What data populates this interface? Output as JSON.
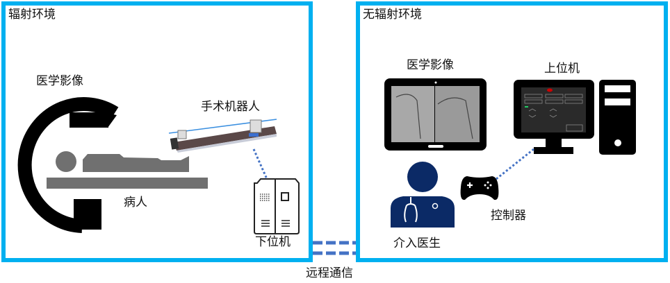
{
  "colors": {
    "frame": "#00B0F0",
    "link": "#4472C4",
    "doctor": "#0B2A66",
    "gray": "#707070"
  },
  "radiation_zone": {
    "title": "辐射环境",
    "imaging_label": "医学影像",
    "robot_label": "手术机器人",
    "patient_label": "病人",
    "lower_computer_label": "下位机"
  },
  "safe_zone": {
    "title": "无辐射环境",
    "imaging_label": "医学影像",
    "upper_computer_label": "上位机",
    "doctor_label": "介入医生",
    "controller_label": "控制器"
  },
  "link_label": "远程通信"
}
